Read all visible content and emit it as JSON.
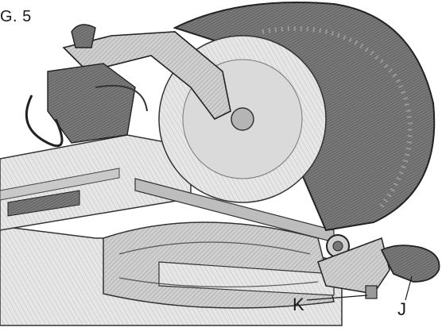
{
  "figure": {
    "title": "G. 5",
    "callouts": {
      "k": "K",
      "j": "J"
    }
  },
  "colors": {
    "background": "#ffffff",
    "ink": "#1a1a1a",
    "light_gray": "#e2e2e2",
    "mid_gray": "#b8b8b8",
    "dark_gray": "#6a6a6a",
    "blade": "#d9d9d9"
  }
}
